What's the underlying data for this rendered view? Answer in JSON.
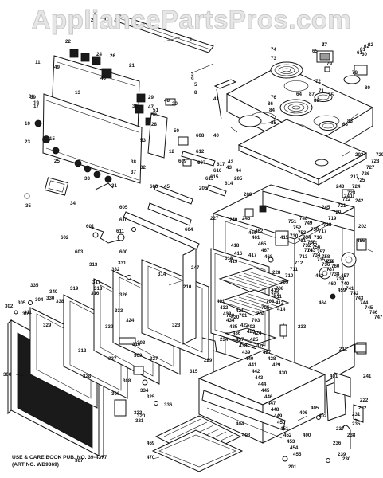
{
  "watermark": "AppliancePartsPros.com",
  "footnote": {
    "line1": "USE & CARE BOOK PUB. NO. 39-4377",
    "line2": "(ART NO. WB9369)"
  },
  "callouts": [
    "1",
    "2",
    "3",
    "4",
    "5",
    "6",
    "8",
    "9",
    "10",
    "11",
    "12",
    "13",
    "15",
    "17",
    "19",
    "20",
    "21",
    "22",
    "23",
    "24",
    "25",
    "26",
    "27",
    "28",
    "29",
    "30",
    "31",
    "32",
    "33",
    "34",
    "35",
    "36",
    "37",
    "38",
    "39",
    "40",
    "41",
    "42",
    "43",
    "44",
    "45",
    "46",
    "47",
    "48",
    "49",
    "50",
    "51",
    "52",
    "53",
    "60",
    "61",
    "62",
    "63",
    "64",
    "65",
    "71",
    "72",
    "73",
    "74",
    "75",
    "76",
    "77",
    "78",
    "79",
    "80",
    "81",
    "82",
    "83",
    "84",
    "85",
    "86",
    "87",
    "88",
    "200",
    "201",
    "202",
    "203",
    "205",
    "206",
    "210",
    "211",
    "217",
    "222",
    "227",
    "228",
    "229",
    "230",
    "231",
    "232",
    "233",
    "234",
    "235",
    "236",
    "237",
    "238",
    "239",
    "240",
    "241",
    "242",
    "243",
    "245",
    "246",
    "247",
    "249",
    "300",
    "301",
    "302",
    "303",
    "304",
    "305",
    "306",
    "307",
    "308",
    "309",
    "310",
    "311",
    "312",
    "313",
    "314",
    "315",
    "316",
    "317",
    "318",
    "319",
    "320",
    "321",
    "322",
    "323",
    "324",
    "325",
    "326",
    "327",
    "328",
    "329",
    "330",
    "331",
    "332",
    "333",
    "334",
    "335",
    "336",
    "337",
    "338",
    "339",
    "340",
    "400",
    "401",
    "402",
    "403",
    "404",
    "405",
    "406",
    "411",
    "412",
    "413",
    "414",
    "415",
    "416",
    "417",
    "418",
    "419",
    "420",
    "421",
    "422",
    "423",
    "424",
    "425",
    "426",
    "427",
    "428",
    "429",
    "430",
    "431",
    "432",
    "433",
    "434",
    "435",
    "436",
    "437",
    "438",
    "439",
    "440",
    "441",
    "442",
    "443",
    "444",
    "445",
    "446",
    "447",
    "448",
    "449",
    "450",
    "451",
    "452",
    "453",
    "454",
    "455",
    "456",
    "457",
    "458",
    "459",
    "460",
    "461",
    "462",
    "463",
    "464",
    "465",
    "466",
    "467",
    "468",
    "469",
    "470",
    "600",
    "601",
    "602",
    "603",
    "604",
    "605",
    "606",
    "607",
    "608",
    "609",
    "610",
    "611",
    "612",
    "613",
    "614",
    "615",
    "616",
    "617",
    "618",
    "700",
    "701",
    "702",
    "703",
    "704",
    "705",
    "706",
    "707",
    "708",
    "709",
    "710",
    "711",
    "712",
    "713",
    "714",
    "715",
    "716",
    "717",
    "718",
    "719",
    "720",
    "721",
    "722",
    "723",
    "724",
    "725",
    "726",
    "727",
    "728",
    "729",
    "730",
    "731",
    "732",
    "733",
    "734",
    "735",
    "736",
    "737",
    "738",
    "739",
    "740",
    "741",
    "742",
    "743",
    "744",
    "745",
    "746",
    "747",
    "748",
    "749",
    "750",
    "751",
    "752",
    "753",
    "754",
    "755",
    "756",
    "757",
    "758",
    "759",
    "760"
  ]
}
